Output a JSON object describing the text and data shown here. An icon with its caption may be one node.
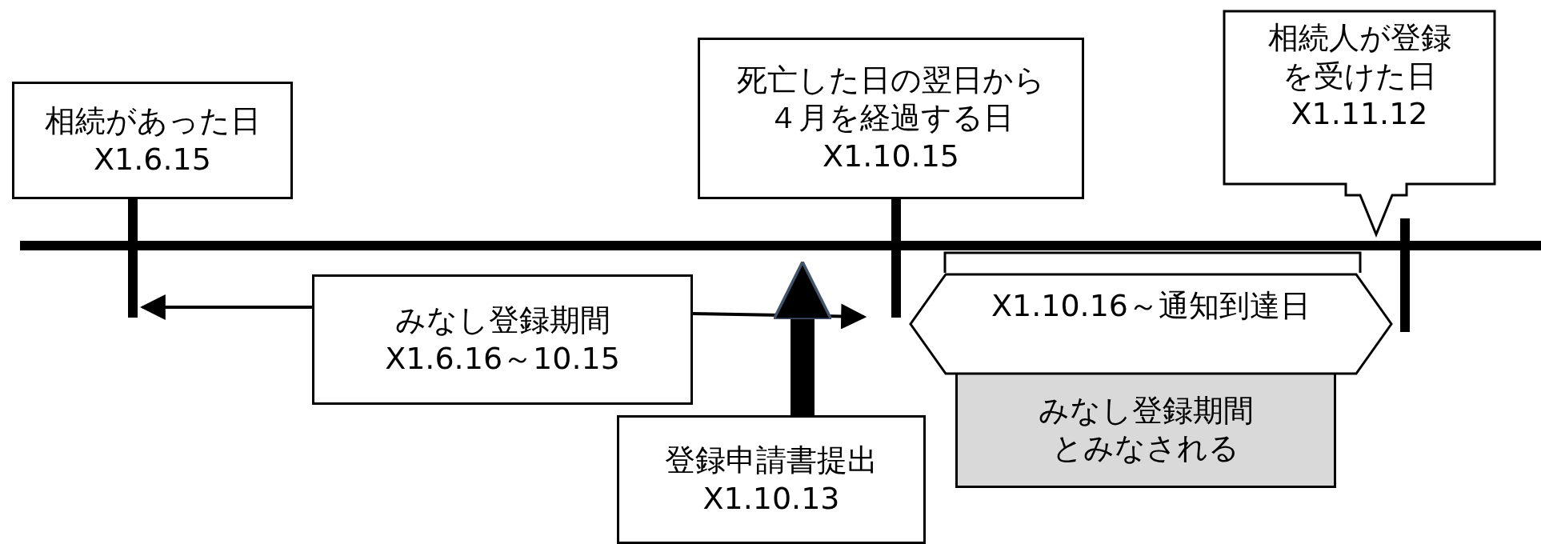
{
  "diagram": {
    "nodes": [
      {
        "text": [
          "相続があった日",
          "X1.6.15"
        ]
      },
      {
        "text": [
          "死亡した日の翌日から４月を経過する日",
          "X1.10.15"
        ]
      },
      {
        "text": [
          "相続人が登録を受けた日",
          "X1.11.12"
        ]
      },
      {
        "text": [
          "みなし登録期間",
          "X1.6.16～10.15"
        ]
      },
      {
        "text": [
          "登録申請書提出",
          "X1.10.13"
        ]
      },
      {
        "text": [
          "X1.10.16～通知到達日"
        ]
      },
      {
        "text": [
          "みなし登録期間とみなされる"
        ]
      }
    ],
    "edges": [
      {
        "from": 3,
        "to": null,
        "arrow": "to"
      },
      {
        "from": 3,
        "to": null,
        "arrow": "to"
      },
      {
        "from": 4,
        "to": null,
        "arrow": "to",
        "style": "thick"
      }
    ]
  }
}
